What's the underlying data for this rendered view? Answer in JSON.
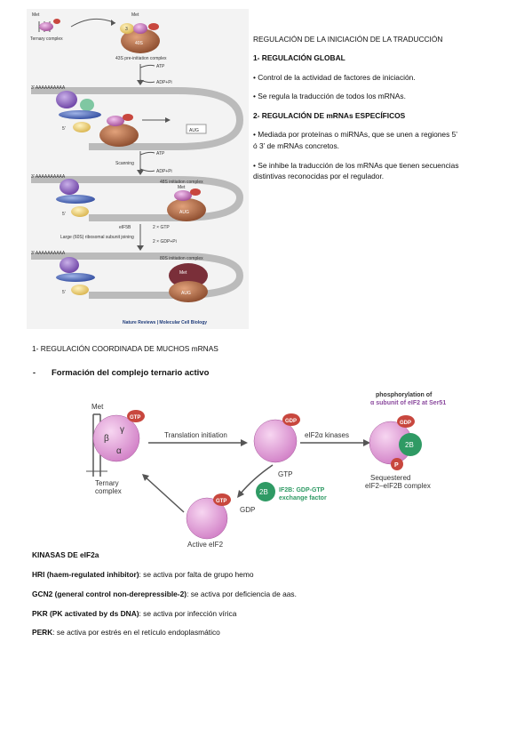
{
  "fig1": {
    "labels": {
      "met": "Met",
      "ternary_complex": "Ternary complex",
      "met2": "Met",
      "s3": "3",
      "s40": "40S",
      "complex43": "43S pre-initiation complex",
      "atp1": "ATP",
      "adp1": "ADP+Pi",
      "polyA1": "3' AAAAAAAAAA",
      "five1": "5'",
      "aug1": "AUG",
      "scanning": "Scanning",
      "atp2": "ATP",
      "adp2": "ADP+Pi",
      "polyA2": "3' AAAAAAAAAA",
      "complex48": "48S initiation complex",
      "met3": "Met",
      "five2": "5'",
      "aug2": "AUG",
      "eif5b": "eIF5B",
      "gtp2x": "2 × GTP",
      "large60s": "Large (60S) ribosomal subunit joining",
      "gdp2x": "2 × GDP+Pi",
      "polyA3": "3' AAAAAAAAAA",
      "complex80": "80S initiation complex",
      "met4": "Met",
      "five3": "5'",
      "aug3": "AUG",
      "source": "Nature Reviews | Molecular Cell Biology"
    }
  },
  "right_text": {
    "heading": "REGULACIÓN DE LA INICIACIÓN DE LA TRADUCCIÓN",
    "h1": "1-   REGULACIÓN GLOBAL",
    "b1": "• Control de la actividad de factores de iniciación.",
    "b2": "• Se regula la traducción de todos los mRNAs.",
    "h2": "2-   REGULACIÓN DE mRNAs ESPECÍFICOS",
    "b3a": "• Mediada por proteínas o miRNAs, que se unen a regiones 5’",
    "b3b": "ó 3’ de mRNAs concretos.",
    "b4a": "• Se inhibe la traducción de los mRNAs que tienen secuencias",
    "b4b": "distintivas reconocidas por el regulador."
  },
  "section": {
    "item1": "1-    REGULACIÓN COORDINADA DE MUCHOS mRNAS",
    "item2_dash": "-",
    "item2": "Formación del complejo ternario activo"
  },
  "fig2": {
    "met": "Met",
    "gtp": "GTP",
    "beta": "β",
    "gamma": "γ",
    "alpha": "α",
    "ternary": "Ternary",
    "complex": "complex",
    "translation": "Translation initiation",
    "gdp1": "GDP",
    "kinases": "eIF2α kinases",
    "phos1": "phosphorylation of",
    "phos2": "α subunit of eIF2 at Ser51",
    "gdp2": "GDP",
    "b2": "2B",
    "p": "P",
    "seq1": "Sequestered",
    "seq2": "eIF2–eIF2B complex",
    "gtp_in": "GTP",
    "b2b": "2B",
    "exch1": "IF2B: GDP-GTP",
    "exch2": "exchange factor",
    "gdp_out": "GDP",
    "gtp3": "GTP",
    "active": "Active eIF2",
    "colors": {
      "pink": "#e9a9dc",
      "red": "#c8473e",
      "green": "#2f9a64",
      "gray": "#555555"
    }
  },
  "kinases": {
    "title": "KINASAS DE eIF2a",
    "hri_term": "HRI (haem-regulated inhibitor)",
    "hri_desc": ": se activa por falta de grupo hemo",
    "gcn2_term": "GCN2 (general control non-derepressible-2)",
    "gcn2_desc": ": se activa por deficiencia de aas.",
    "pkr_term": "PKR (PK activated by ds DNA)",
    "pkr_desc": ": se activa por infección vírica",
    "perk_term": "PERK",
    "perk_desc": ": se activa por estrés en el retículo endoplasmático"
  }
}
